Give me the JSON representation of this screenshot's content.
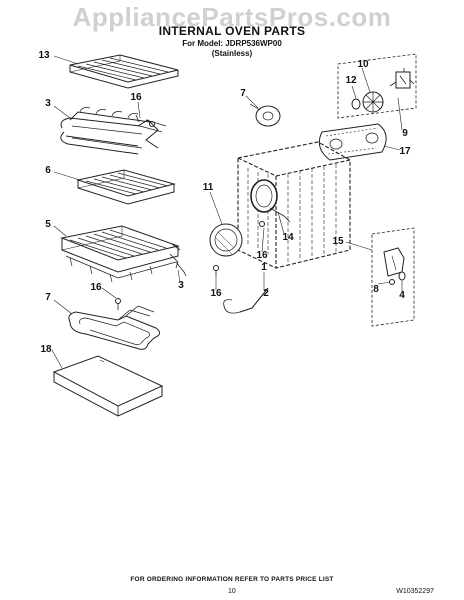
{
  "watermark": "AppliancePartsPros.com",
  "header": {
    "title": "INTERNAL OVEN PARTS",
    "model_line": "For Model: JDRP536WP00",
    "finish": "(Stainless)"
  },
  "callouts": [
    {
      "id": "c13",
      "label": "13"
    },
    {
      "id": "c3a",
      "label": "3"
    },
    {
      "id": "c16a",
      "label": "16"
    },
    {
      "id": "c6",
      "label": "6"
    },
    {
      "id": "c5",
      "label": "5"
    },
    {
      "id": "c3b",
      "label": "3"
    },
    {
      "id": "c16b",
      "label": "16"
    },
    {
      "id": "c7a",
      "label": "7"
    },
    {
      "id": "c18",
      "label": "18"
    },
    {
      "id": "c7b",
      "label": "7"
    },
    {
      "id": "c10",
      "label": "10"
    },
    {
      "id": "c12",
      "label": "12"
    },
    {
      "id": "c9",
      "label": "9"
    },
    {
      "id": "c17",
      "label": "17"
    },
    {
      "id": "c11",
      "label": "11"
    },
    {
      "id": "c14",
      "label": "14"
    },
    {
      "id": "c16c",
      "label": "16"
    },
    {
      "id": "c1",
      "label": "1"
    },
    {
      "id": "c16d",
      "label": "16"
    },
    {
      "id": "c2",
      "label": "2"
    },
    {
      "id": "c15",
      "label": "15"
    },
    {
      "id": "c8",
      "label": "8"
    },
    {
      "id": "c4",
      "label": "4"
    }
  ],
  "footer": {
    "note": "FOR ORDERING INFORMATION REFER TO PARTS PRICE LIST",
    "page": "10",
    "doc_number": "W10352297"
  }
}
